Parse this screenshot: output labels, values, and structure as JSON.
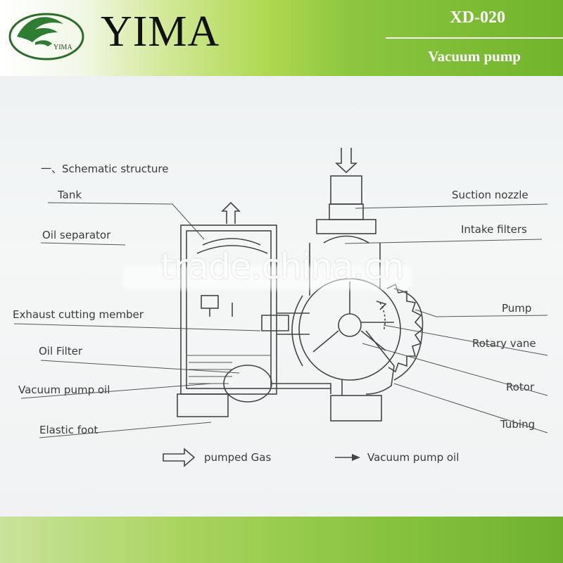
{
  "header": {
    "brand": "YIMA",
    "logo_text": "YIMA",
    "model": "XD-020",
    "product": "Vacuum pump"
  },
  "diagram": {
    "heading": "一、Schematic structure",
    "labels_left": [
      "Tank",
      "Oil separator",
      "Exhaust cutting member",
      "Oil Filter",
      "Vacuum pump oil",
      "Elastic foot"
    ],
    "labels_right": [
      "Suction nozzle",
      "Intake filters",
      "Pump",
      "Rotary vane",
      "Rotor",
      "Tubing"
    ],
    "legend": {
      "gas": "pumped Gas",
      "oil": "Vacuum pump oil"
    }
  },
  "watermark": "trade.china.cn",
  "colors": {
    "banner_green": "#8cc63f",
    "header_text": "#ffffff",
    "brand_text": "#111111",
    "line_color": "#444444"
  }
}
